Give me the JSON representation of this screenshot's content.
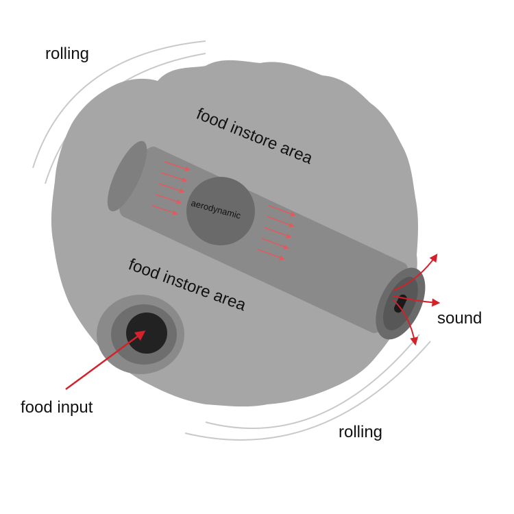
{
  "labels": {
    "rolling_top": "rolling",
    "rolling_bottom": "rolling",
    "food_store_upper": "food instore area",
    "food_store_lower": "food instore area",
    "aerodynamic": "aerodynamic",
    "sound": "sound",
    "food_input": "food input"
  },
  "colors": {
    "ball_fill": "#a6a6a6",
    "tube_body": "#8a8a8a",
    "tube_dark": "#6a6a6a",
    "arrow_red": "#d4212a",
    "arc_gray": "#c9c9c9"
  }
}
